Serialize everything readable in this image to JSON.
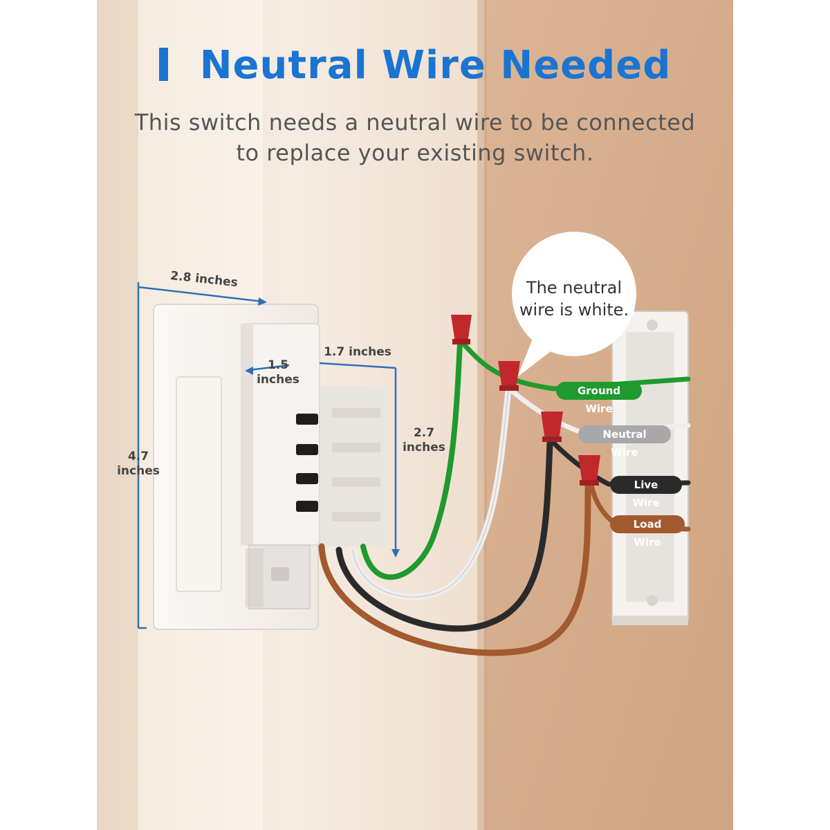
{
  "header": {
    "title": "Neutral Wire Needed",
    "subtitle_line1": "This switch needs a neutral wire to be connected",
    "subtitle_line2": "to replace your existing switch."
  },
  "callout": {
    "line1": "The neutral",
    "line2": "wire is white."
  },
  "dimensions": {
    "width": "2.8 inches",
    "depth_outer": "1.7 inches",
    "depth_inner_line1": "1.5",
    "depth_inner_line2": "inches",
    "height_line1": "4.7",
    "height_line2": "inches",
    "body_height_line1": "2.7",
    "body_height_line2": "inches"
  },
  "wires": {
    "ground": "Ground Wire",
    "neutral": "Neutral Wire",
    "live": "Live Wire",
    "load": "Load Wire"
  },
  "colors": {
    "title_blue": "#1a74d2",
    "dimension_blue": "#2e6fb5",
    "ground": "#1f9a2e",
    "neutral": "#a8a8a8",
    "neutral_wire": "#eeeeee",
    "live": "#2a2a2a",
    "load": "#a35a2e",
    "connector_red": "#c0282c",
    "wall": "#d7ad8c",
    "room": "#f1e6da"
  }
}
